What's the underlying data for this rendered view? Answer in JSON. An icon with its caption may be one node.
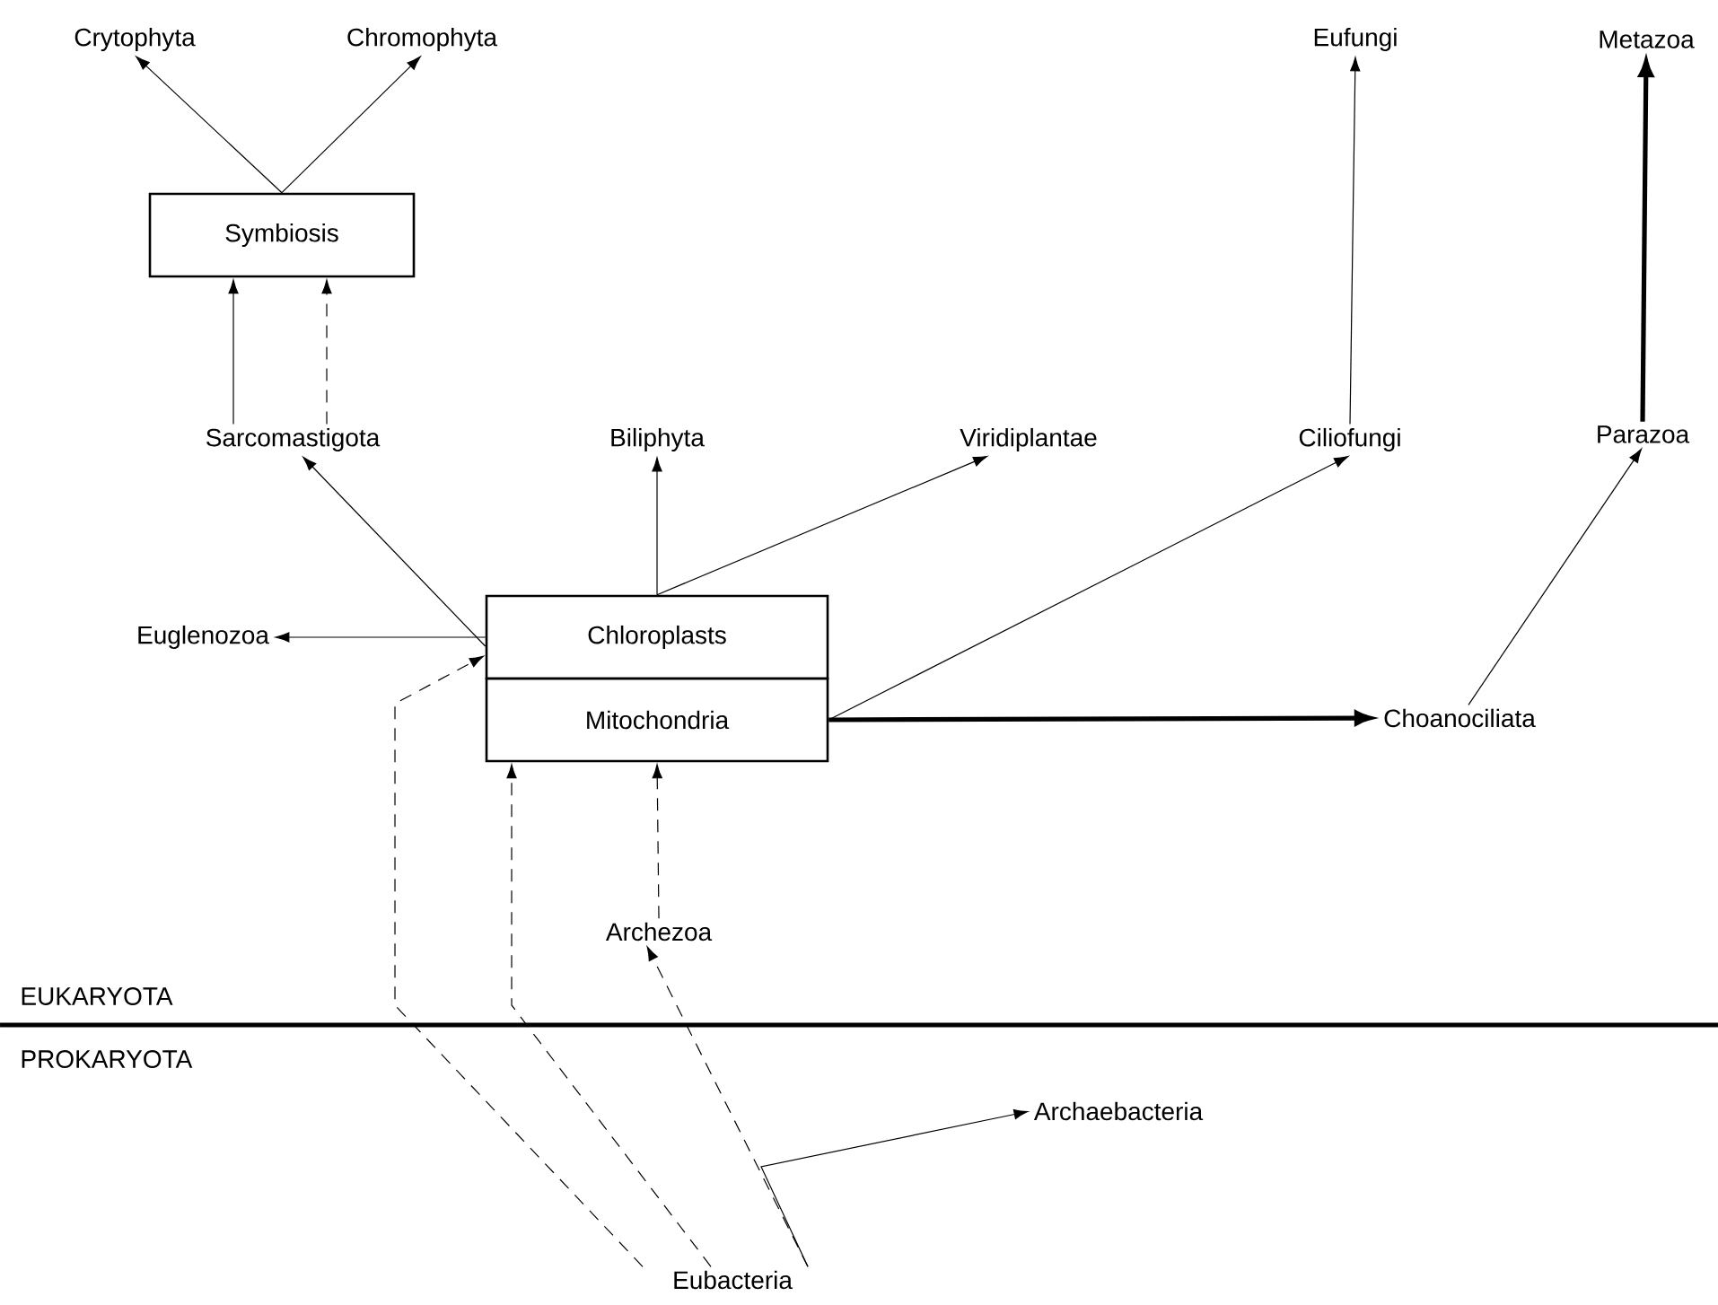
{
  "diagram": {
    "nodes": [
      {
        "text": [
          "Crytophyta"
        ]
      },
      {
        "text": [
          "Chromophyta"
        ]
      },
      {
        "text": [
          "Symbiosis"
        ]
      },
      {
        "text": [
          "Eufungi"
        ]
      },
      {
        "text": [
          "Metazoa"
        ]
      },
      {
        "text": [
          "Sarcomastigota"
        ]
      },
      {
        "text": [
          "Biliphyta"
        ]
      },
      {
        "text": [
          "Viridiplantae"
        ]
      },
      {
        "text": [
          "Ciliofungi"
        ]
      },
      {
        "text": [
          "Parazoa"
        ]
      },
      {
        "text": [
          "Euglenozoa"
        ]
      },
      {
        "text": [
          "Chloroplasts"
        ]
      },
      {
        "text": [
          "Mitochondria"
        ]
      },
      {
        "text": [
          "Choanociliata"
        ]
      },
      {
        "text": [
          "Archezoa"
        ]
      },
      {
        "text": [
          "Eubacteria"
        ]
      },
      {
        "text": [
          "Archaebacteria"
        ]
      }
    ],
    "edges": [
      {
        "from": 2,
        "to": 0,
        "arrow": "to"
      },
      {
        "from": 2,
        "to": 1,
        "arrow": "to"
      },
      {
        "from": 5,
        "to": 2,
        "arrow": "to"
      },
      {
        "from": 5,
        "to": 2,
        "arrow": "to",
        "style": "dashed"
      },
      {
        "from": 11,
        "to": 5,
        "arrow": "to"
      },
      {
        "from": 11,
        "to": 10,
        "arrow": "to"
      },
      {
        "from": 11,
        "to": 6,
        "arrow": "to"
      },
      {
        "from": 11,
        "to": 7,
        "arrow": "to"
      },
      {
        "from": 12,
        "to": 8,
        "arrow": "to"
      },
      {
        "from": 12,
        "to": 13,
        "arrow": "to",
        "style": "thick"
      },
      {
        "from": 13,
        "to": 9,
        "arrow": "to"
      },
      {
        "from": 9,
        "to": 4,
        "arrow": "to",
        "style": "thick"
      },
      {
        "from": 8,
        "to": 3,
        "arrow": "to"
      },
      {
        "from": 14,
        "to": 12,
        "arrow": "to",
        "style": "dashed"
      },
      {
        "from": 15,
        "to": 14,
        "arrow": "to",
        "style": "dashed"
      },
      {
        "from": 15,
        "to": 16,
        "arrow": "to"
      },
      {
        "from": 15,
        "to": 11,
        "arrow": "to",
        "style": "dashed"
      },
      {
        "from": 15,
        "to": 12,
        "arrow": "to",
        "style": "dashed"
      }
    ],
    "labels": [
      "EUKARYOTA",
      "PROKARYOTA"
    ]
  }
}
